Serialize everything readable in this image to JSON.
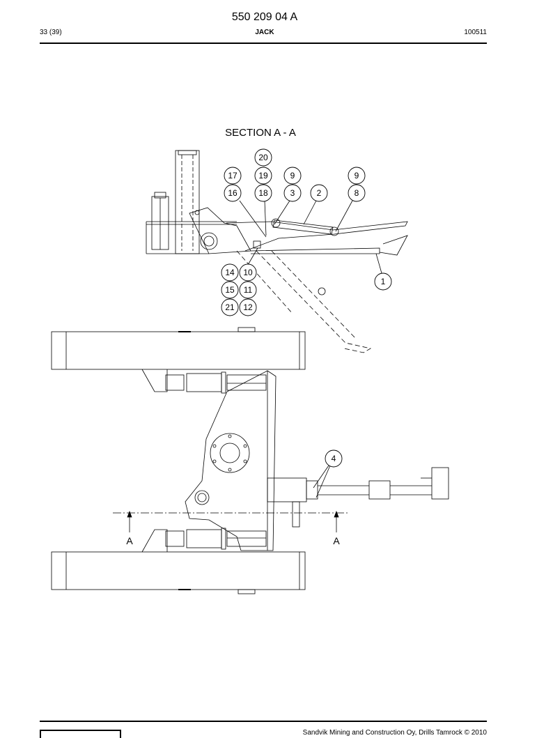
{
  "header": {
    "doc_number": "550 209 04 A",
    "page": "33 (39)",
    "title": "JACK",
    "date": "100511"
  },
  "drawing": {
    "section_title": "SECTION A - A",
    "section_marks": [
      "A",
      "A"
    ],
    "callouts": [
      "20",
      "17",
      "19",
      "9",
      "9",
      "16",
      "18",
      "3",
      "2",
      "8",
      "14",
      "10",
      "15",
      "11",
      "21",
      "12",
      "1",
      "4"
    ]
  },
  "footer": {
    "copyright": "Sandvik Mining and Construction Oy, Drills Tamrock © 2010"
  }
}
